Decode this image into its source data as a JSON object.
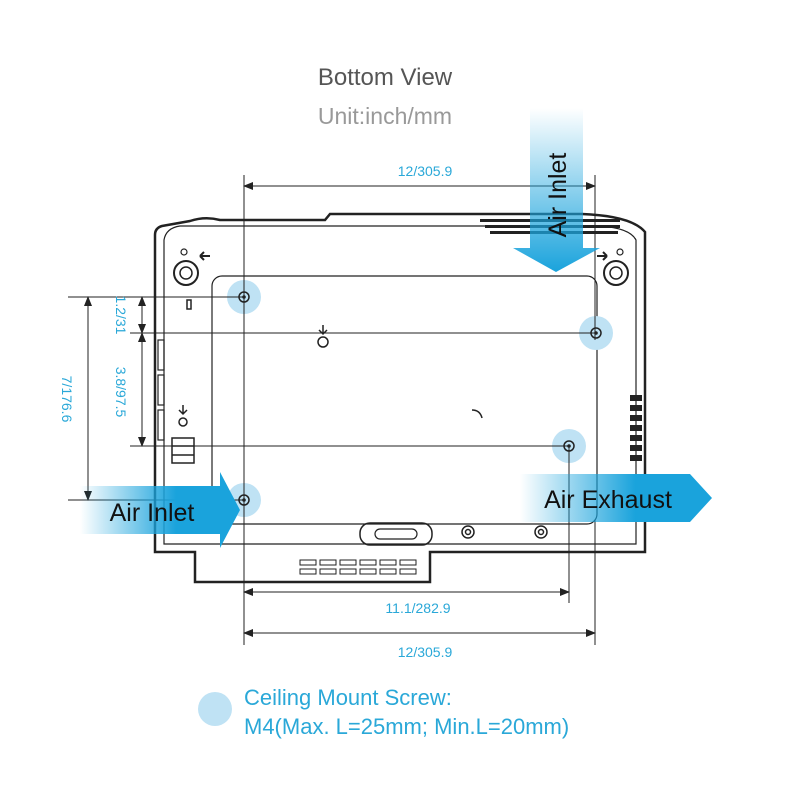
{
  "header": {
    "title": "Bottom View",
    "unit": "Unit:inch/mm"
  },
  "dimensions": {
    "top_width": "12/305.9",
    "bottom_width": "12/305.9",
    "screw_spacing_bottom": "11.1/282.9",
    "left_total": "7/176.6",
    "left_small": "1.2/31",
    "left_mid": "3.8/97.5"
  },
  "airflow": {
    "inlet_top": "Air Inlet",
    "inlet_left": "Air Inlet",
    "exhaust": "Air Exhaust"
  },
  "legend": {
    "line1": "Ceiling Mount Screw:",
    "line2": "M4(Max. L=25mm; Min.L=20mm)"
  },
  "colors": {
    "accent": "#2aa8d8",
    "screw_fill": "#bfe2f4",
    "outline": "#222222",
    "arrow_blue": "#1aa3dc"
  }
}
